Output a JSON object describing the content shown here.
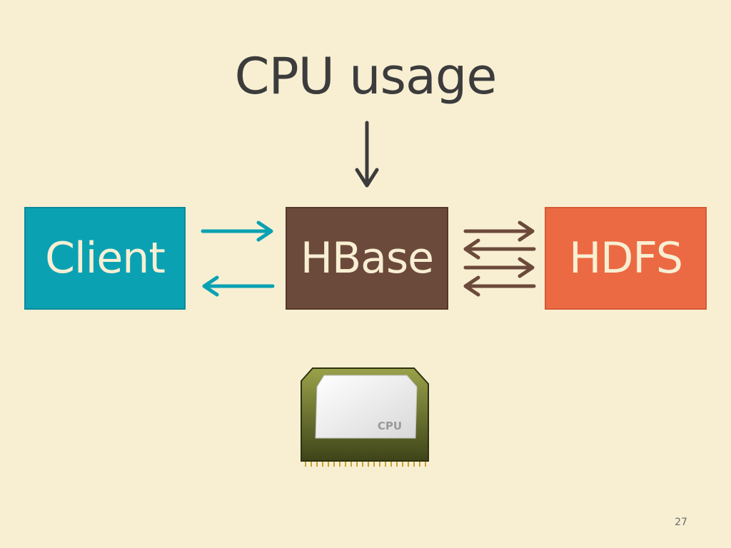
{
  "slide": {
    "title": "CPU usage",
    "page_number": "27"
  },
  "nodes": {
    "client": "Client",
    "hbase": "HBase",
    "hdfs": "HDFS"
  },
  "cpu_chip": {
    "label": "CPU"
  },
  "colors": {
    "background": "#f8efd3",
    "client": "#0aa2b3",
    "hbase": "#6c4a3b",
    "hdfs": "#ec6a43",
    "text_dark": "#3c3c3c",
    "arrow_teal": "#0aa2b3",
    "arrow_brown": "#6c4a3b"
  }
}
